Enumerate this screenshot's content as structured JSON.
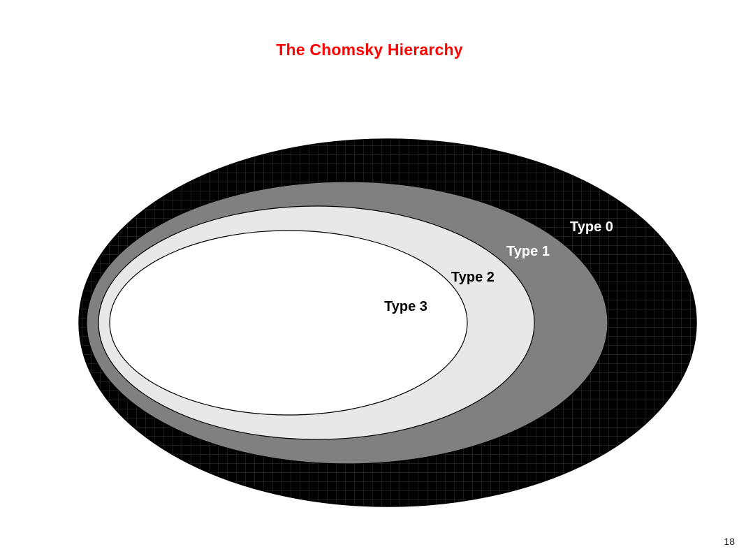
{
  "slide": {
    "title": "The Chomsky Hierarchy",
    "page_number": "18"
  },
  "hierarchy": {
    "levels": [
      {
        "label": "Type 0",
        "fill": "#000000",
        "label_color": "#ffffff"
      },
      {
        "label": "Type 1",
        "fill": "#808080",
        "label_color": "#ffffff"
      },
      {
        "label": "Type 2",
        "fill": "#e8e8e8",
        "label_color": "#000000"
      },
      {
        "label": "Type 3",
        "fill": "#ffffff",
        "label_color": "#000000"
      }
    ]
  },
  "colors": {
    "title": "#ff0000",
    "grid_line": "#3a3a3a",
    "outline": "#000000"
  }
}
